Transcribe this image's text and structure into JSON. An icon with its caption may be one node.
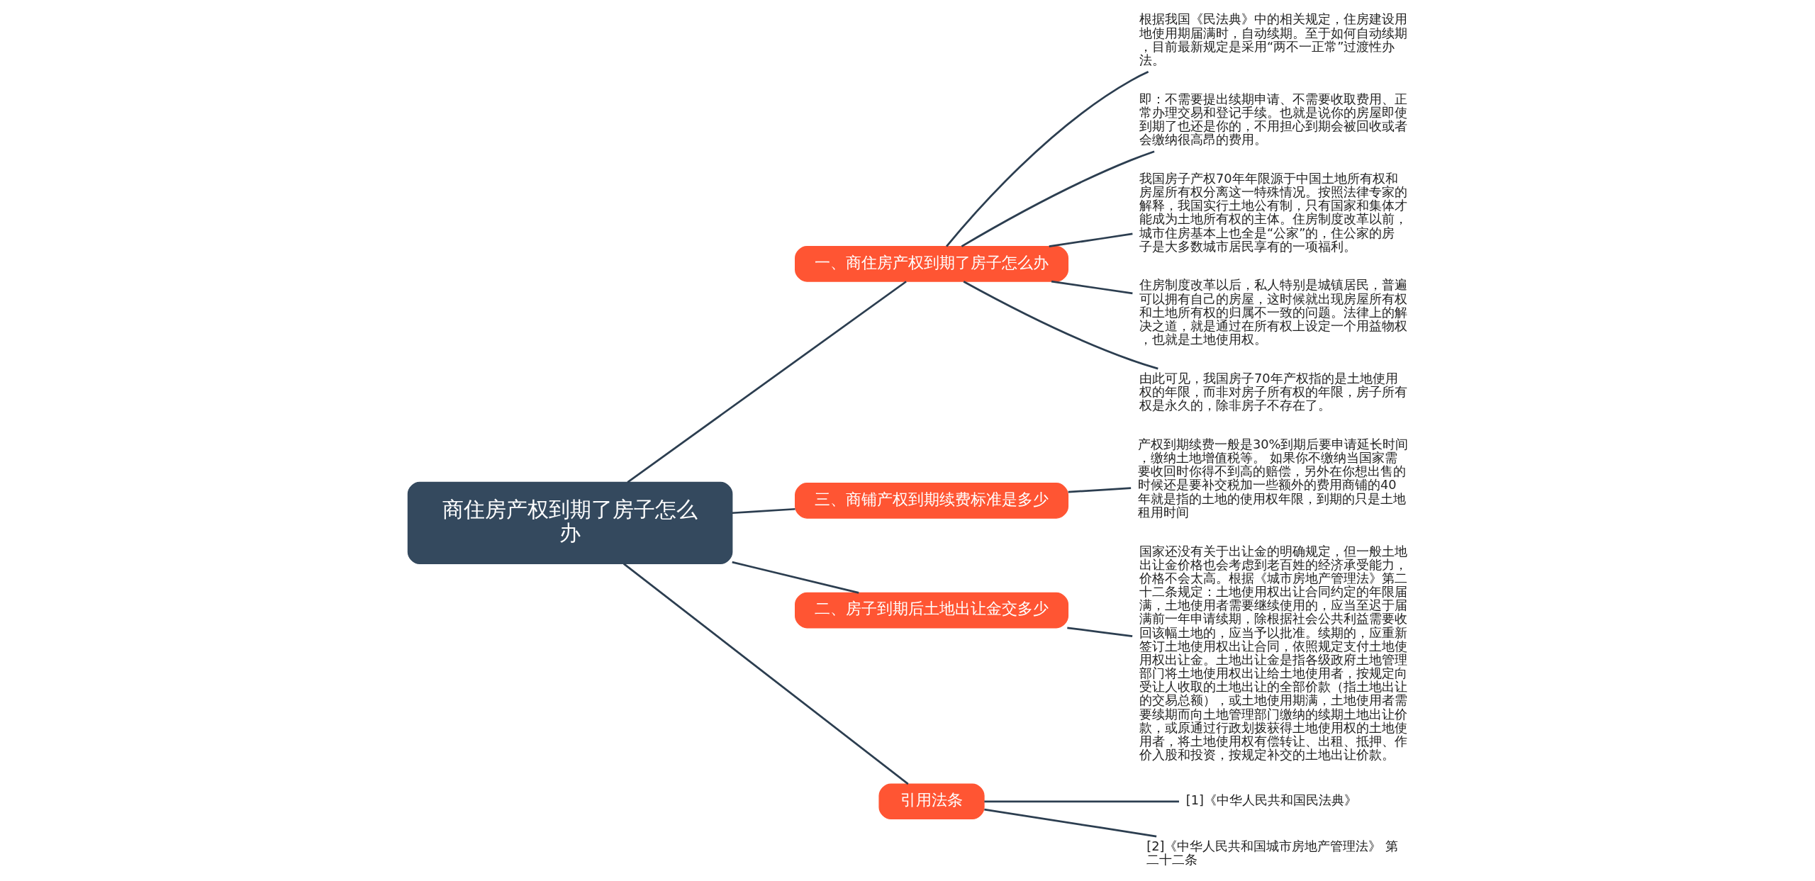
{
  "diagram": {
    "nodes": [
      {
        "text": [
          "商住房产权到期了房子怎么办"
        ]
      },
      {
        "text": [
          "一、商住房产权到期了房子怎么办"
        ]
      },
      {
        "text": [
          "根据我国《民法典》中的相关规定，住房建设用地使用期届满时，自动续期。至于如何自动续期，目前最新规定是采用“两不一正常”过渡性办法。"
        ]
      },
      {
        "text": [
          "即：不需要提出续期申请、不需要收取费用、正常办理交易和登记手续。也就是说你的房屋即使到期了也还是你的，不用担心到期会被回收或者会缴纳很高昂的费用。"
        ]
      },
      {
        "text": [
          "我国房子产权70年年限源于中国土地所有权和房屋所有权分离这一特殊情况。按照法律专家的解释，我国实行土地公有制，只有国家和集体才能成为土地所有权的主体。住房制度改革以前，城市住房基本上也全是“公家”的，住公家的房子是大多数城市居民享有的一项福利。"
        ]
      },
      {
        "text": [
          "住房制度改革以后，私人特别是城镇居民，普遍可以拥有自己的房屋，这时候就出现房屋所有权和土地所有权的归属不一致的问题。法律上的解决之道，就是通过在所有权上设定一个用益物权，也就是土地使用权。"
        ]
      },
      {
        "text": [
          "由此可见，我国房子70年产权指的是土地使用权的年限，而非对房子所有权的年限，房子所有权是永久的，除非房子不存在了。"
        ]
      },
      {
        "text": [
          "三、商铺产权到期续费标准是多少"
        ]
      },
      {
        "text": [
          "产权到期续费一般是30%到期后要申请延长时间，缴纳土地增值税等。 如果你不缴纳当国家需要收回时你得不到高的赔偿，另外在你想出售的时候还是要补交税加一些额外的费用商铺的40年就是指的土地的使用权年限，到期的只是土地租用时间"
        ]
      },
      {
        "text": [
          "二、房子到期后土地出让金交多少"
        ]
      },
      {
        "text": [
          "国家还没有关于出让金的明确规定，但一般土地出让金价格也会考虑到老百姓的经济承受能力，价格不会太高。根据《城市房地产管理法》第二十二条规定：土地使用权出让合同约定的年限届满，土地使用者需要继续使用的，应当至迟于届满前一年申请续期，除根据社会公共利益需要收回该幅土地的，应当予以批准。续期的，应重新签订土地使用权出让合同，依照规定支付土地使用权出让金。土地出让金是指各级政府土地管理部门将土地使用权出让给土地使用者，按规定向受让人收取的土地出让的全部价款（指土地出让的交易总额），或土地使用期满，土地使用者需要续期而向土地管理部门缴纳的续期土地出让价款，或原通过行政划拨获得土地使用权的土地使用者，将土地使用权有偿转让、出租、抵押、作价入股和投资，按规定补交的土地出让价款。"
        ]
      },
      {
        "text": [
          "引用法条"
        ]
      },
      {
        "text": [
          "[1]《中华人民共和国民法典》"
        ]
      },
      {
        "text": [
          "[2]《中华人民共和国城市房地产管理法》 第二十二条"
        ]
      }
    ],
    "edges": [
      {
        "from": 0,
        "to": 1,
        "arrow": "none"
      },
      {
        "from": 1,
        "to": 2,
        "arrow": "none"
      },
      {
        "from": 1,
        "to": 3,
        "arrow": "none"
      },
      {
        "from": 1,
        "to": 4,
        "arrow": "none"
      },
      {
        "from": 1,
        "to": 5,
        "arrow": "none"
      },
      {
        "from": 1,
        "to": 6,
        "arrow": "none"
      },
      {
        "from": 0,
        "to": 7,
        "arrow": "none"
      },
      {
        "from": 7,
        "to": 8,
        "arrow": "none"
      },
      {
        "from": 0,
        "to": 9,
        "arrow": "none"
      },
      {
        "from": 9,
        "to": 10,
        "arrow": "none"
      },
      {
        "from": 0,
        "to": 11,
        "arrow": "none"
      },
      {
        "from": 11,
        "to": 12,
        "arrow": "none"
      },
      {
        "from": 11,
        "to": 13,
        "arrow": "none"
      }
    ]
  }
}
